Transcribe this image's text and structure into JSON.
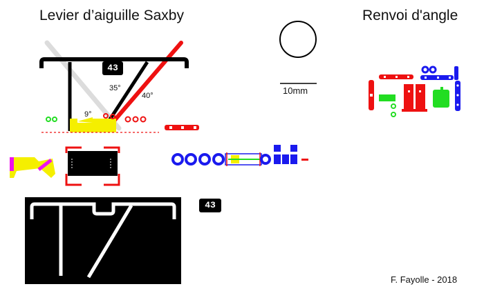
{
  "titles": {
    "left": "Levier d’aiguille Saxby",
    "right": "Renvoi d'angle"
  },
  "scale": {
    "label": "10mm"
  },
  "angles": {
    "a35": "35°",
    "a40": "40°",
    "a9": "9°"
  },
  "plates": {
    "top": "43",
    "bottom": "43"
  },
  "credit": "F. Fayolle - 2018",
  "colors": {
    "black": "#000000",
    "grey": "#d9d9d9",
    "red": "#ee1111",
    "yellow": "#f5ef00",
    "green": "#22dd22",
    "blue": "#1a1aee",
    "magenta": "#ee11ee"
  }
}
